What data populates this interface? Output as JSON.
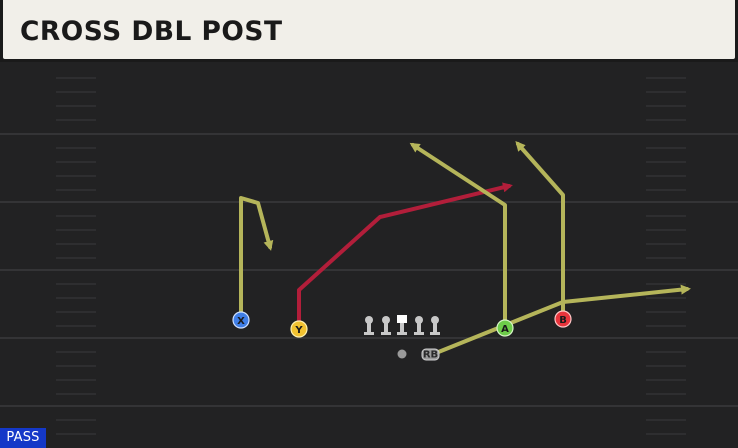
{
  "play": {
    "title": "CROSS DBL POST",
    "type_label": "PASS"
  },
  "players": {
    "x": {
      "label": "X",
      "color": "#3f7ee6"
    },
    "y": {
      "label": "Y",
      "color": "#f2c230"
    },
    "a": {
      "label": "A",
      "color": "#6dcc4a"
    },
    "b": {
      "label": "B",
      "color": "#e8343c"
    },
    "rb": {
      "label": "RB",
      "color": "#9a9a9a"
    }
  },
  "colors": {
    "field": "#222223",
    "yard_line": "#3a3a3c",
    "route_default": "#b5b55a",
    "route_primary": "#b21e3a",
    "type_badge": "#1438c8",
    "header_bg": "#f1efe9"
  }
}
